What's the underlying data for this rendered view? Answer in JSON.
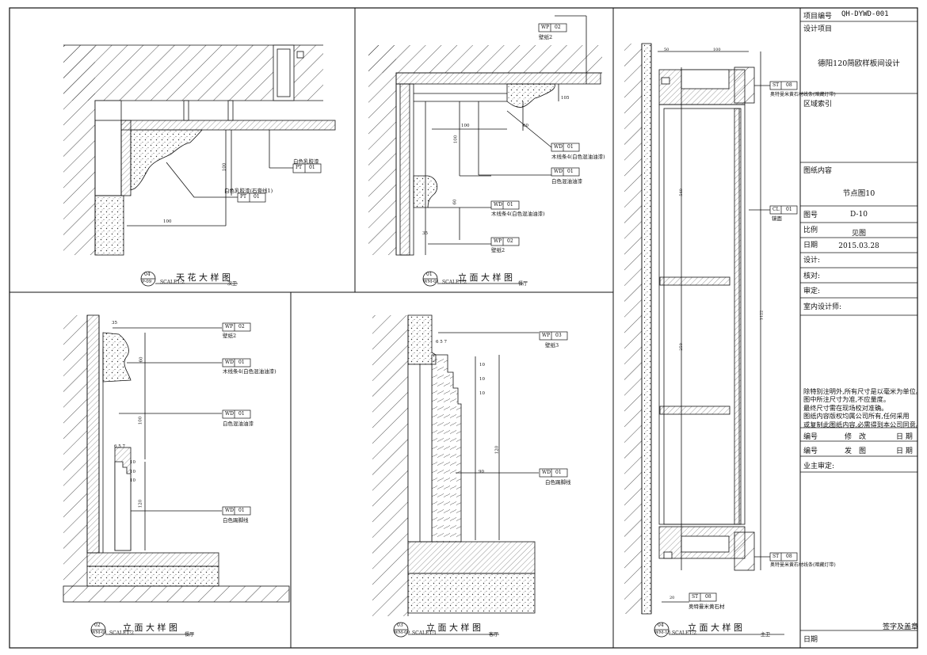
{
  "title_block": {
    "project_no_label": "项目编号",
    "project_no": "QH-DYWD-001",
    "design_project_label": "设计项目",
    "design_project": "德阳120简欧样板间设计",
    "area_index_label": "区域索引",
    "drawing_content_label": "图纸内容",
    "drawing_content": "节点图10",
    "drawing_no_label": "图号",
    "drawing_no": "D-10",
    "scale_label": "比例",
    "scale": "见图",
    "date_label": "日期",
    "date": "2015.03.28",
    "design_label": "设计:",
    "check_label": "核对:",
    "review_label": "审定:",
    "designer_label": "室内设计师:",
    "notes": [
      "除特别注明外,所有尺寸是以毫米为单位。",
      "图中所注尺寸为准,不应量度。",
      "最终尺寸需在现场校对准确。",
      "图纸内容版权均属公司所有,任何采用",
      "或复制此图纸内容,必需得到本公司同意。"
    ],
    "rev_no_label": "编号",
    "rev_label": "修　改",
    "rev_date_label": "日 期",
    "issue_no_label": "编号",
    "issue_label": "发　图",
    "issue_date_label": "日 期",
    "owner_label": "业主审定:",
    "sign_label": "签字及盖章",
    "sign_date_label": "日期"
  },
  "details": [
    {
      "num": "04",
      "ref": "P-09",
      "title": "天 花 大 样 图",
      "scale": "SCALE1:2",
      "room": "次卫"
    },
    {
      "num": "01",
      "ref": "WM-01",
      "title": "立 面 大 样 图",
      "scale": "SCALE1:2",
      "room": "餐厅"
    },
    {
      "num": "02",
      "ref": "WM-01",
      "title": "立 面 大 样 图",
      "scale": "SCALE1:2",
      "room": "餐厅"
    },
    {
      "num": "03",
      "ref": "WM-09",
      "title": "立 面 大 样 图",
      "scale": "SCALE1:1",
      "room": "客厅"
    },
    {
      "num": "04",
      "ref": "WM-13",
      "title": "立 面 大 样 图",
      "scale": "SCALE1:2",
      "room": "主卫"
    }
  ],
  "tags": {
    "d1_pt_a": {
      "code": "PT",
      "num": "01",
      "desc": "白色乳胶漆"
    },
    "d1_pt_b": {
      "code": "PT",
      "num": "01",
      "desc": "白色乳胶漆(石膏线1)"
    },
    "d2_wp_top": {
      "code": "WP",
      "num": "02",
      "desc": "壁纸2"
    },
    "d2_wd_a": {
      "code": "WD",
      "num": "01",
      "desc": "木线条4(白色混油油漆)"
    },
    "d2_wd_b": {
      "code": "WD",
      "num": "01",
      "desc": "白色混油油漆"
    },
    "d2_wd_c": {
      "code": "WD",
      "num": "01",
      "desc": "木线条4(白色混油油漆)"
    },
    "d2_wp_bot": {
      "code": "WP",
      "num": "02",
      "desc": "壁纸2"
    },
    "d3_wp": {
      "code": "WP",
      "num": "02",
      "desc": "壁纸2"
    },
    "d3_wd_a": {
      "code": "WD",
      "num": "01",
      "desc": "木线条4(白色混油油漆)"
    },
    "d3_wd_b": {
      "code": "WD",
      "num": "01",
      "desc": "白色混油油漆"
    },
    "d3_wd_c": {
      "code": "WD",
      "num": "01",
      "desc": "白色踢脚线"
    },
    "d4_wp": {
      "code": "WP",
      "num": "03",
      "desc": "壁纸3"
    },
    "d4_wd": {
      "code": "WD",
      "num": "01",
      "desc": "白色踢脚线"
    },
    "d5_st_top": {
      "code": "ST",
      "num": "08",
      "desc": "奥特曼米黄石材线条(暗藏灯带)"
    },
    "d5_cl": {
      "code": "CL",
      "num": "01",
      "desc": "镜面"
    },
    "d5_st_mid": {
      "code": "ST",
      "num": "08",
      "desc": "奥特曼米黄石材线条(暗藏灯带)"
    },
    "d5_st_bot": {
      "code": "ST",
      "num": "08",
      "desc": "奥特曼米黄石材"
    }
  },
  "dims": {
    "d1_100_v": "100",
    "d1_100_h": "100",
    "d2_100_h": "100",
    "d2_60_h": "60",
    "d2_100_v": "100",
    "d2_60_v": "60",
    "d2_35": "35",
    "d2_105": "105",
    "d3_35": "35",
    "d3_60": "60",
    "d3_100": "100",
    "d3_120": "120",
    "d3_small": "6 5 7",
    "d3_10a": "10",
    "d3_10b": "10",
    "d3_10c": "10",
    "d4_small": "6 5 7",
    "d4_10a": "10",
    "d4_10b": "10",
    "d4_10c": "10",
    "d4_120": "120",
    "d4_90": "90",
    "d5_50": "50",
    "d5_100": "100",
    "d5_540": "540",
    "d5_250": "250",
    "d5_1122": "1122",
    "d5_20": "20"
  }
}
